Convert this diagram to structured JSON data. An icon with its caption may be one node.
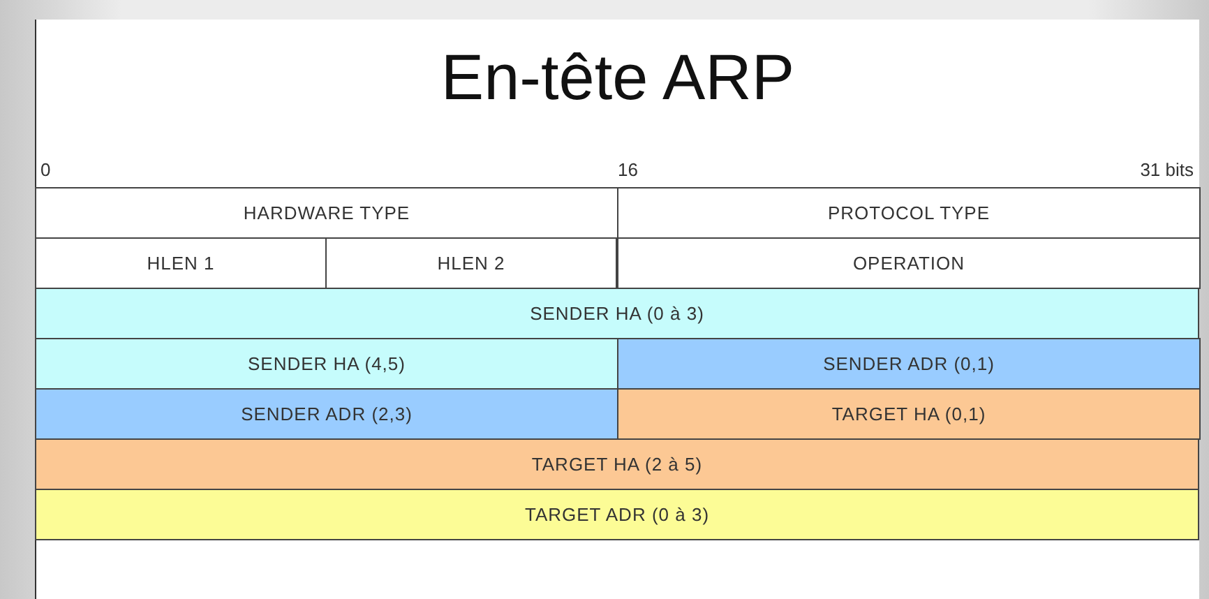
{
  "diagram": {
    "title": "En-tête ARP",
    "nodes": [
      {
        "text": [
          "HARDWARE TYPE"
        ]
      },
      {
        "text": [
          "PROTOCOL TYPE"
        ]
      },
      {
        "text": [
          "HLEN 1"
        ]
      },
      {
        "text": [
          "HLEN 2"
        ]
      },
      {
        "text": [
          "OPERATION"
        ]
      },
      {
        "text": [
          "SENDER HA (0 à 3)"
        ]
      },
      {
        "text": [
          "SENDER HA (4,5)"
        ]
      },
      {
        "text": [
          "SENDER ADR (0,1)"
        ]
      },
      {
        "text": [
          "SENDER ADR (2,3)"
        ]
      },
      {
        "text": [
          "TARGET HA (0,1)"
        ]
      },
      {
        "text": [
          "TARGET HA (2 à 5)"
        ]
      },
      {
        "text": [
          "TARGET ADR (0 à 3)"
        ]
      }
    ],
    "labels": [
      "0",
      "16",
      "31 bits"
    ]
  }
}
